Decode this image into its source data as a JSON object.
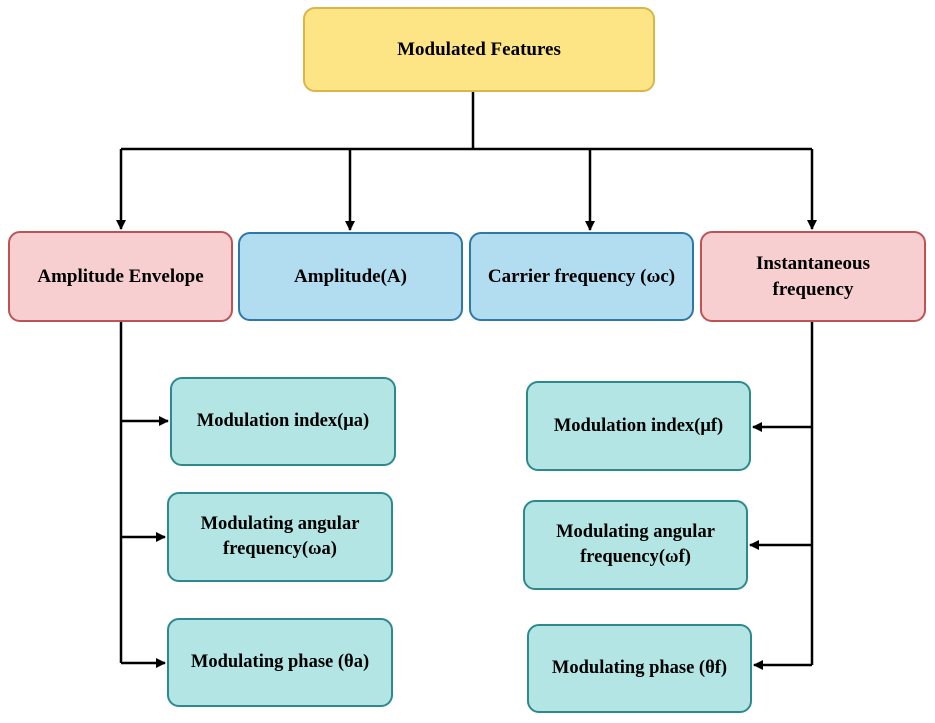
{
  "root": {
    "label": "Modulated Features"
  },
  "features": {
    "amplitude_envelope": "Amplitude Envelope",
    "amplitude": "Amplitude(A)",
    "carrier_frequency": "Carrier frequency (ωc)",
    "instantaneous_frequency": "Instantaneous frequency"
  },
  "envelope_params": {
    "mod_index": "Modulation index(μa)",
    "angular_freq": "Modulating angular frequency(ωa)",
    "phase": "Modulating phase (θa)"
  },
  "frequency_params": {
    "mod_index": "Modulation index(μf)",
    "angular_freq": "Modulating angular frequency(ωf)",
    "phase": "Modulating phase (θf)"
  },
  "colors": {
    "root_fill": "#fde585",
    "pink_fill": "#f7cfd0",
    "blue_fill": "#b2dcf0",
    "teal_fill": "#b3e5e5",
    "connector": "#000000"
  }
}
